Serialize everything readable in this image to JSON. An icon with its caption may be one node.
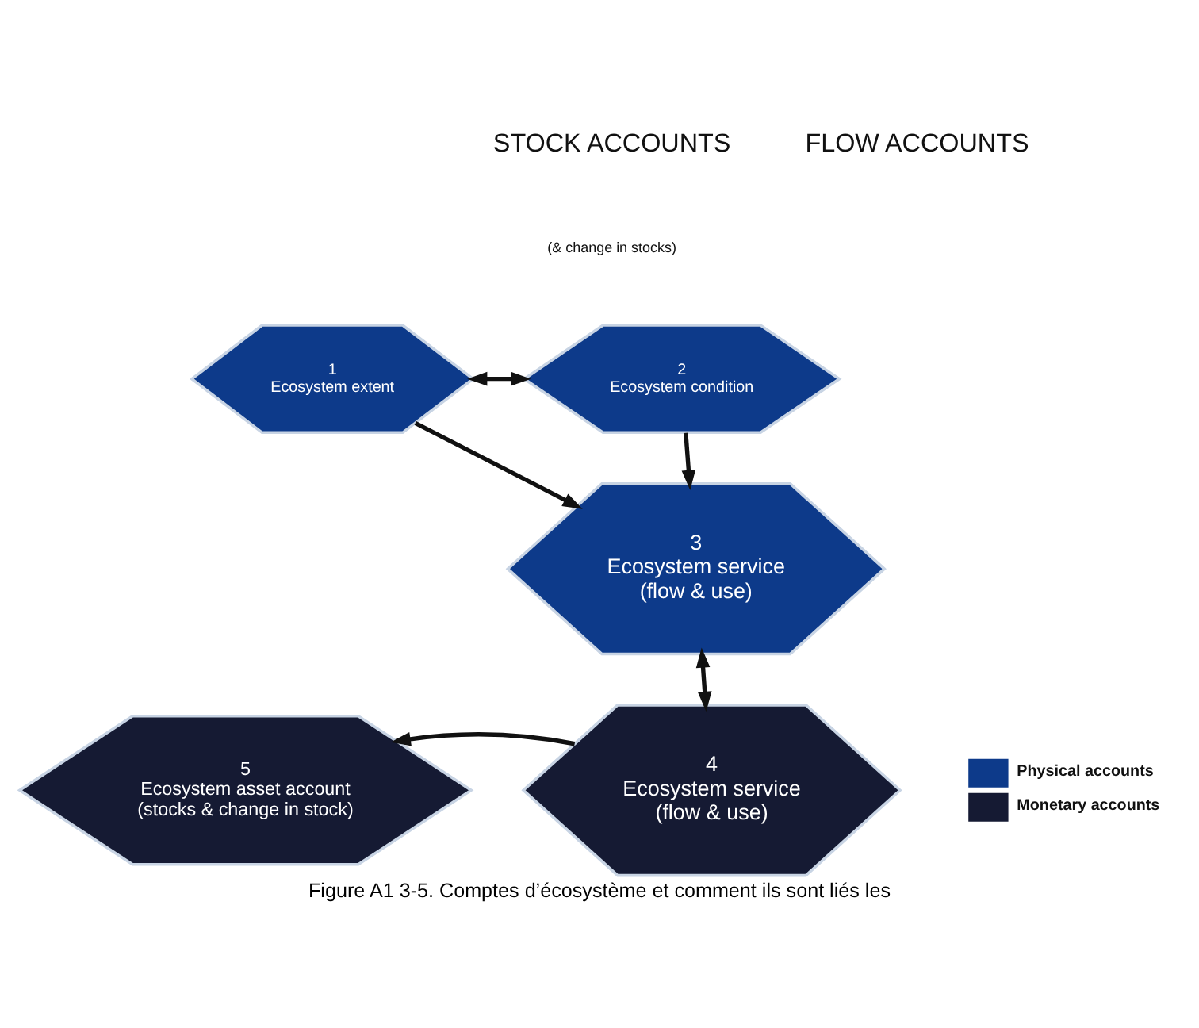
{
  "diagram": {
    "caption": "Figure A1 3-5. Comptes d’écosystème et comment ils sont liés les",
    "nodes": [
      {
        "text": [
          "1",
          "Ecosystem extent"
        ]
      },
      {
        "text": [
          "2",
          "Ecosystem condition"
        ]
      },
      {
        "text": [
          "3",
          "Ecosystem service",
          "(flow & use)"
        ]
      },
      {
        "text": [
          "4",
          "Ecosystem service",
          "(flow & use)"
        ]
      },
      {
        "text": [
          "5",
          "Ecosystem asset account",
          "(stocks & change in stock)"
        ]
      }
    ],
    "edges": [
      {
        "from": 0,
        "to": 1,
        "arrow": "both"
      },
      {
        "from": 0,
        "to": 2,
        "arrow": "to"
      },
      {
        "from": 1,
        "to": 2,
        "arrow": "to"
      },
      {
        "from": 2,
        "to": 3,
        "arrow": "both"
      },
      {
        "from": 3,
        "to": 4,
        "arrow": "to"
      }
    ],
    "labels": [
      "STOCK ACCOUNTS",
      "(& change in stocks)",
      "FLOW ACCOUNTS"
    ],
    "legend": [
      {
        "text": "Physical accounts",
        "color": "#0d3a8a"
      },
      {
        "text": "Monetary accounts",
        "color": "#151a33"
      }
    ]
  }
}
